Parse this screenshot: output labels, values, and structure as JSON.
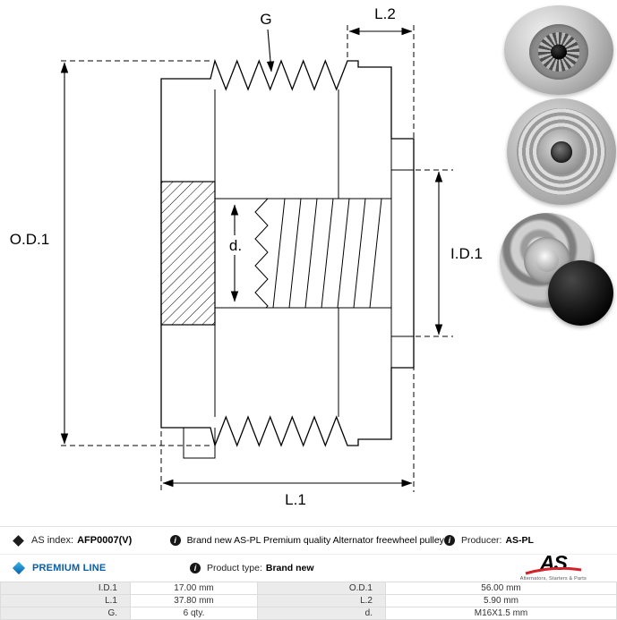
{
  "drawing": {
    "labels": {
      "od1": "O.D.1",
      "g": "G",
      "l2": "L.2",
      "d": "d.",
      "id1": "I.D.1",
      "l1": "L.1"
    }
  },
  "photos": {
    "photo1": "pulley-rear-splined-view",
    "photo2": "pulley-grooved-side-view",
    "photo3": "pulley-front-bearing-view",
    "photo4": "black-rubber-cap"
  },
  "info": {
    "as_index_label": "AS index:",
    "as_index_value": "AFP0007(V)",
    "premium_line": "PREMIUM LINE",
    "description": "Brand new AS-PL Premium quality Alternator freewheel pulley",
    "producer_label": "Producer:",
    "producer_value": "AS-PL",
    "product_type_label": "Product type:",
    "product_type_value": "Brand new",
    "logo": {
      "text": "AS",
      "subtext": "Alternators, Starters & Parts"
    }
  },
  "table": {
    "rows": [
      {
        "k1": "I.D.1",
        "v1": "17.00 mm",
        "k2": "O.D.1",
        "v2": "56.00 mm"
      },
      {
        "k1": "L.1",
        "v1": "37.80 mm",
        "k2": "L.2",
        "v2": "5.90 mm"
      },
      {
        "k1": "G.",
        "v1": "6 qty.",
        "k2": "d.",
        "v2": "M16X1.5 mm"
      }
    ]
  },
  "colors": {
    "premium_blue": "#0a5fa8",
    "logo_red": "#d2232a"
  }
}
